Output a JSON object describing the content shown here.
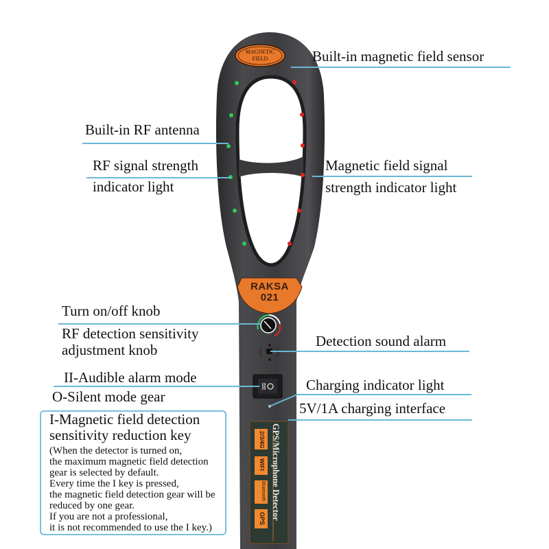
{
  "device": {
    "brand_badge_top": "MAGNETIC\nFIELD",
    "brand_badge_top_line1": "MAGNETIC",
    "brand_badge_top_line2": "FIELD",
    "model_line1": "RAKSA",
    "model_line2": "021",
    "switch_symbols": "II O",
    "panel_title": "GPS/Microphone Detector",
    "panel_chips": [
      "2/3/4G",
      "WIFI",
      "Bluetooth",
      "GPS"
    ],
    "colors": {
      "body": "#3a3a3c",
      "badge_orange": "#e8792a",
      "rf_led": "#2ecc55",
      "mag_led": "#e0261e",
      "leader_line": "#6bb7d8",
      "panel_bg": "#2c3a33",
      "chip_orange": "#f08a30"
    }
  },
  "callouts": {
    "magnetic_sensor": "Built-in magnetic field sensor",
    "rf_antenna": "Built-in RF antenna",
    "rf_indicator_line1": "RF signal strength",
    "rf_indicator_line2": "indicator light",
    "mag_indicator_line1": "Magnetic field signal",
    "mag_indicator_line2": "strength indicator light",
    "power_knob": "Turn on/off knob",
    "rf_knob_line1": "RF detection sensitivity",
    "rf_knob_line2": "adjustment knob",
    "sound_alarm": "Detection sound alarm",
    "audible_mode": "II-Audible alarm mode",
    "silent_mode": "O-Silent mode gear",
    "charging_light": "Charging indicator light",
    "charging_port": "5V/1A charging interface"
  },
  "info_box": {
    "title_line1": "I-Magnetic field detection",
    "title_line2": "sensitivity reduction key",
    "body_lines": [
      "(When the detector is turned on,",
      "the maximum magnetic field detection",
      "gear is selected by default.",
      "Every time the I key is pressed,",
      "the magnetic field detection gear will be",
      "reduced by one gear.",
      "If you are not a professional,",
      "it is not recommended to use the I key.)"
    ]
  }
}
